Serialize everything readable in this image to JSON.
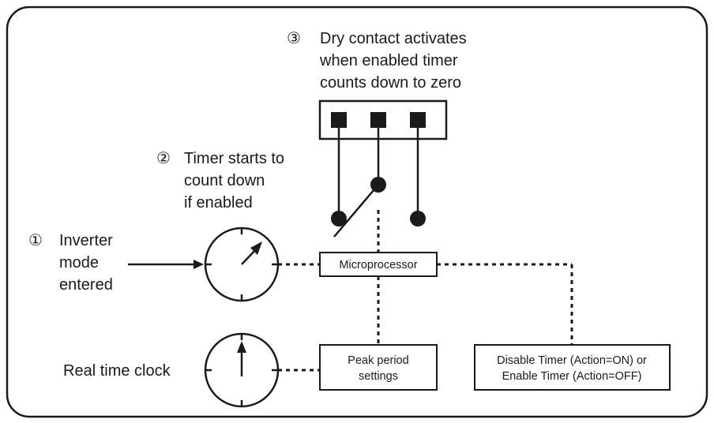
{
  "step3": {
    "number": "③",
    "lines": [
      "Dry contact activates",
      "when enabled timer",
      "counts down to zero"
    ]
  },
  "step2": {
    "number": "②",
    "lines": [
      "Timer starts to",
      "count down",
      "if enabled"
    ]
  },
  "step1": {
    "number": "①",
    "lines": [
      "Inverter",
      "mode",
      "entered"
    ]
  },
  "real_time_clock_label": "Real time clock",
  "microprocessor_label": "Microprocessor",
  "peak_period": {
    "lines": [
      "Peak period",
      "settings"
    ]
  },
  "timer_action": {
    "lines": [
      "Disable Timer (Action=ON) or",
      "Enable Timer (Action=OFF)"
    ]
  }
}
